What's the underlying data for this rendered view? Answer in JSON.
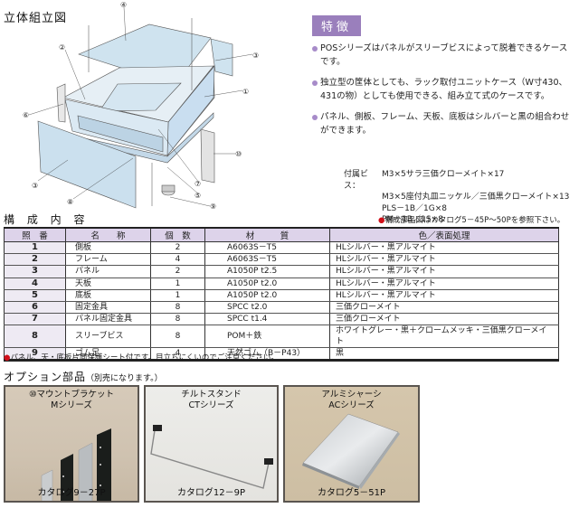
{
  "headings": {
    "assembly": "立体組立図",
    "configuration": "構 成 内 容",
    "options": "オプション部品",
    "options_note": "（別売になります。）"
  },
  "diagram": {
    "callouts": [
      "①",
      "②",
      "③",
      "③",
      "④",
      "⑤",
      "⑥",
      "⑦",
      "⑧",
      "⑨",
      "⑩"
    ]
  },
  "features": {
    "badge": "特徴",
    "items": [
      "POSシリーズはパネルがスリーブビスによって脱着できるケースです。",
      "独立型の筐体としても、ラック取付ユニットケース（W寸430、431の物）としても使用できる、組み立て式のケースです。",
      "パネル、側板、フレーム、天板、底板はシルバーと黒の組合わせができます。"
    ]
  },
  "accessories": {
    "label": "付属ビス：",
    "lines": [
      "M3×5サラ三価クローメイト×17",
      "M3×5座付丸皿ニッケル／三価黒クローメイト×13",
      "PLS－1B／1G×8",
      "PM－1B／1S×8"
    ],
    "ref_note": "構成部品図はカタログ5－45P～50Pを参照下さい。"
  },
  "parts_table": {
    "headers": [
      "照　番",
      "名　　称",
      "個　数",
      "材　　　質",
      "色／表面処理"
    ],
    "rows": [
      {
        "no": "1",
        "name": "側板",
        "qty": "2",
        "material": "A6063S－T5",
        "finish": "HLシルバー・黒アルマイト"
      },
      {
        "no": "2",
        "name": "フレーム",
        "qty": "4",
        "material": "A6063S－T5",
        "finish": "HLシルバー・黒アルマイト"
      },
      {
        "no": "3",
        "name": "パネル",
        "qty": "2",
        "material": "A1050P t2.5",
        "finish": "HLシルバー・黒アルマイト"
      },
      {
        "no": "4",
        "name": "天板",
        "qty": "1",
        "material": "A1050P t2.0",
        "finish": "HLシルバー・黒アルマイト"
      },
      {
        "no": "5",
        "name": "底板",
        "qty": "1",
        "material": "A1050P t2.0",
        "finish": "HLシルバー・黒アルマイト"
      },
      {
        "no": "6",
        "name": "固定金具",
        "qty": "8",
        "material": "SPCC t2.0",
        "finish": "三価クローメイト"
      },
      {
        "no": "7",
        "name": "パネル固定金具",
        "qty": "8",
        "material": "SPCC t1.4",
        "finish": "三価クローメイト"
      },
      {
        "no": "8",
        "name": "スリーブビス",
        "qty": "8",
        "material": "POM＋鉄",
        "finish": "ホワイトグレー・黒＋クロームメッキ・三価黒クローメイト"
      },
      {
        "no": "9",
        "name": "ゴム足",
        "qty": "4",
        "material": "天然ゴム（B－P43）",
        "finish": "黒"
      }
    ],
    "note": "パネル、天・底板片面保護シート付です。目立ちにくいのでご注意ください。"
  },
  "options": [
    {
      "title_line1": "⑩マウントブラケット",
      "title_line2": "Mシリーズ",
      "catalog": "カタログ9－27P"
    },
    {
      "title_line1": "チルトスタンド",
      "title_line2": "CTシリーズ",
      "catalog": "カタログ12－9P"
    },
    {
      "title_line1": "アルミシャーシ",
      "title_line2": "ACシリーズ",
      "catalog": "カタログ5－51P"
    }
  ],
  "colors": {
    "accent_purple": "#9a7fbc",
    "table_header": "#ddd3ea",
    "bullet_red": "#d0101a"
  }
}
